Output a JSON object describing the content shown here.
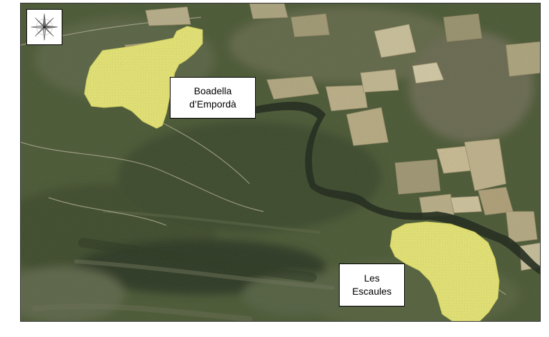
{
  "map": {
    "type": "orthophoto",
    "colors": {
      "forest_dark": "#2f3d22",
      "forest_mid": "#4d5a36",
      "fields": "#c8b892",
      "river": "#1d2419",
      "highlight_fill": "#f3f07a",
      "highlight_edge": "#e3df63"
    }
  },
  "compass": {
    "icon": "compass-rose-icon"
  },
  "places": [
    {
      "id": "boadella",
      "lines": [
        "Boadella",
        "d’Empordà"
      ]
    },
    {
      "id": "escaules",
      "lines": [
        "Les",
        "Escaules"
      ]
    }
  ]
}
